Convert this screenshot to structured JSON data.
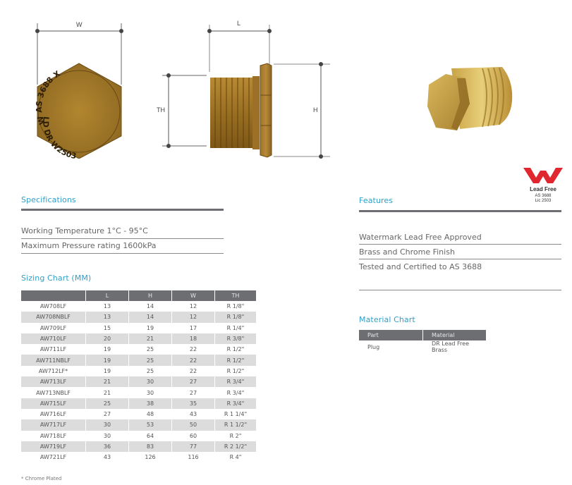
{
  "drawings": {
    "front_view": {
      "dimension_label": "W",
      "engraving_top": "W AS 3688 X",
      "engraving_bottom": "LD DR W2503"
    },
    "side_view": {
      "dimension_labels": {
        "length": "L",
        "thread": "TH",
        "height": "H"
      }
    },
    "product_photo": "brass-hex-plug-photo"
  },
  "watermark_badge": {
    "icon": "watermark-w-icon",
    "color": "#e0262e",
    "title": "Lead Free",
    "line1": "AS 3688",
    "line2": "Lic 2503"
  },
  "specifications": {
    "title": "Specifications",
    "items": [
      "Working Temperature 1°C - 95°C",
      "Maximum Pressure rating 1600kPa"
    ]
  },
  "features": {
    "title": "Features",
    "items": [
      "Watermark Lead Free Approved",
      "Brass and Chrome Finish",
      "Tested and Certified to AS 3688"
    ]
  },
  "sizing_chart": {
    "title": "Sizing Chart (MM)",
    "headers": [
      "",
      "L",
      "H",
      "W",
      "TH"
    ],
    "rows": [
      [
        "AW708LF",
        "13",
        "14",
        "12",
        "R 1/8\""
      ],
      [
        "AW708NBLF",
        "13",
        "14",
        "12",
        "R 1/8\""
      ],
      [
        "AW709LF",
        "15",
        "19",
        "17",
        "R 1/4\""
      ],
      [
        "AW710LF",
        "20",
        "21",
        "18",
        "R 3/8\""
      ],
      [
        "AW711LF",
        "19",
        "25",
        "22",
        "R 1/2\""
      ],
      [
        "AW711NBLF",
        "19",
        "25",
        "22",
        "R 1/2\""
      ],
      [
        "AW712LF*",
        "19",
        "25",
        "22",
        "R 1/2\""
      ],
      [
        "AW713LF",
        "21",
        "30",
        "27",
        "R 3/4\""
      ],
      [
        "AW713NBLF",
        "21",
        "30",
        "27",
        "R 3/4\""
      ],
      [
        "AW715LF",
        "25",
        "38",
        "35",
        "R 3/4\""
      ],
      [
        "AW716LF",
        "27",
        "48",
        "43",
        "R 1 1/4\""
      ],
      [
        "AW717LF",
        "30",
        "53",
        "50",
        "R 1 1/2\""
      ],
      [
        "AW718LF",
        "30",
        "64",
        "60",
        "R 2\""
      ],
      [
        "AW719LF",
        "36",
        "83",
        "77",
        "R 2 1/2\""
      ],
      [
        "AW721LF",
        "43",
        "126",
        "116",
        "R 4\""
      ]
    ],
    "footnote": "* Chrome Plated"
  },
  "material_chart": {
    "title": "Material Chart",
    "headers": [
      "Part",
      "Material"
    ],
    "rows": [
      [
        "Plug",
        "DR Lead Free Brass"
      ]
    ]
  },
  "colors": {
    "accent_title": "#2f9fc8",
    "header_fill": "#6d6e71",
    "alt_row": "#dcdcdc",
    "brass": "#a87a2a"
  }
}
